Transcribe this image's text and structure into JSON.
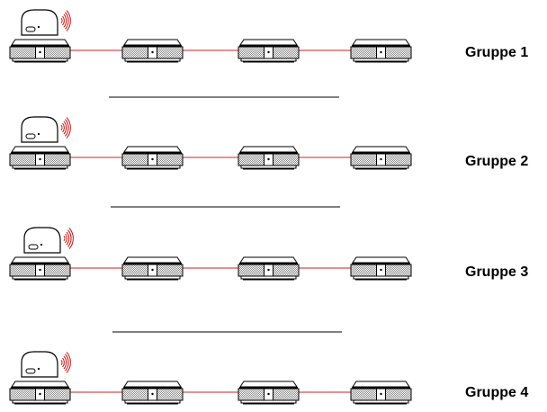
{
  "diagram": {
    "colors": {
      "link_line": "#cc2222",
      "signal_waves": "#cc2222",
      "outline": "#000000",
      "grille_fill": "#b8b8b8",
      "body_fill": "#ffffff"
    },
    "groups": [
      {
        "label": "Gruppe 1",
        "detector_count": 4,
        "has_remote": true
      },
      {
        "label": "Gruppe 2",
        "detector_count": 4,
        "has_remote": true
      },
      {
        "label": "Gruppe 3",
        "detector_count": 4,
        "has_remote": true
      },
      {
        "label": "Gruppe 4",
        "detector_count": 4,
        "has_remote": true
      }
    ]
  }
}
